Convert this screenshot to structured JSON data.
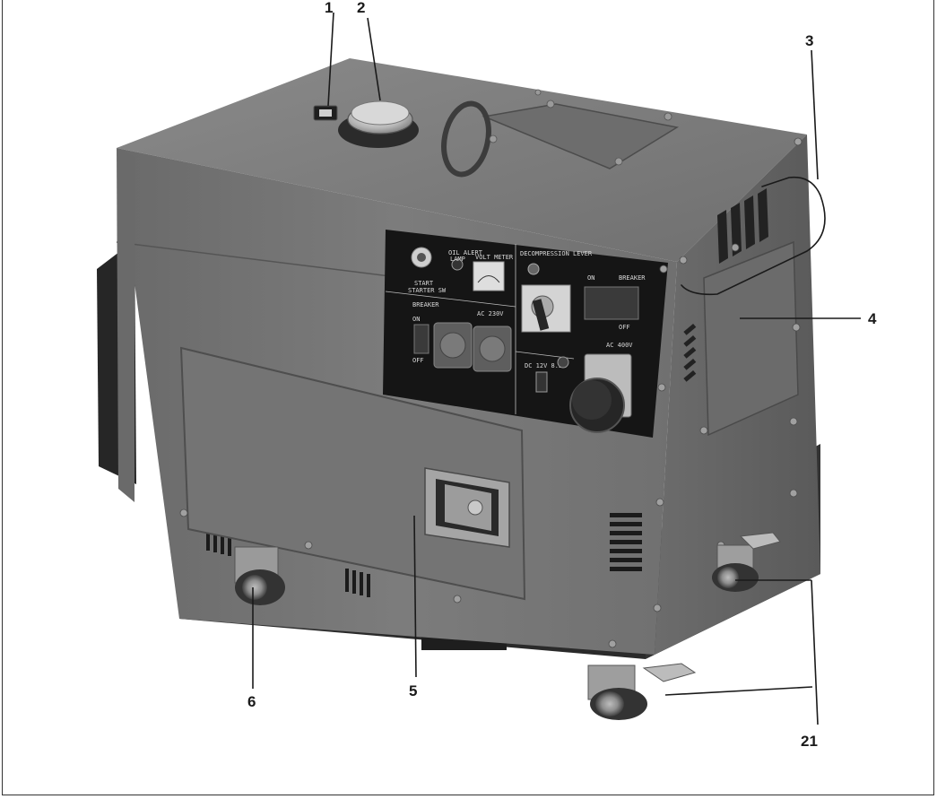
{
  "callouts": [
    {
      "id": "1",
      "label": "1"
    },
    {
      "id": "2",
      "label": "2"
    },
    {
      "id": "3",
      "label": "3"
    },
    {
      "id": "4",
      "label": "4"
    },
    {
      "id": "5",
      "label": "5"
    },
    {
      "id": "6",
      "label": "6"
    },
    {
      "id": "21",
      "label": "21"
    }
  ],
  "panel": {
    "oil_alert": "OIL ALERT",
    "lamp": "LAMP",
    "volt_meter": "VOLT METER",
    "start": "START",
    "starter_sw": "STARTER SW",
    "breaker_left": "BREAKER",
    "ac_230v": "AC 230V",
    "on_left": "ON",
    "off_left": "OFF",
    "decompression": "DECOMPRESSION LEVER",
    "on_right": "ON",
    "breaker_right": "BREAKER",
    "off_right": "OFF",
    "ac_400v": "AC 400V",
    "dc": "DC 12V 8.3A"
  },
  "colors": {
    "body_main": "#7a7a7a",
    "body_dark": "#5e5e5e",
    "body_light": "#8d8d8d",
    "panel": "#1c1c1c",
    "ink": "#1a1a1a"
  }
}
